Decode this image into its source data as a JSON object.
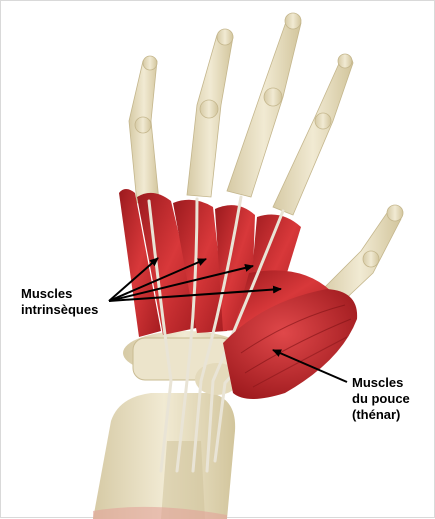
{
  "labels": {
    "intrinsic": [
      "Muscles",
      "intrinsèques"
    ],
    "thenar": [
      "Muscles",
      "du pouce",
      "(thénar)"
    ]
  },
  "colors": {
    "bone": "#e9e0c4",
    "bone_shade": "#cfc29b",
    "muscle": "#c8282c",
    "muscle_dark": "#8e1519",
    "tendon": "#e6e2d6",
    "text": "#000000",
    "arrow": "#000000"
  }
}
